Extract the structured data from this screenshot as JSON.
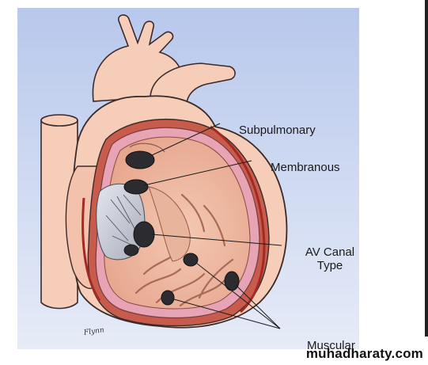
{
  "figure": {
    "labels": {
      "subpulmonary": "Subpulmonary",
      "membranous": "Membranous",
      "av_canal_line1": "AV Canal",
      "av_canal_line2": "Type",
      "muscular": "Muscular"
    },
    "signature": "Flynn",
    "watermark": "muhadharaty.com"
  },
  "colors": {
    "background_gradient_top": "#b8c8ec",
    "background_gradient_bottom": "#e6ebf7",
    "heart_skin": "#f6cdb9",
    "heart_outline": "#3a2a2a",
    "myocardium_red": "#b03a2e",
    "cut_rim": "#e6a4b4",
    "cavity_inner": "#efb7a0",
    "defect_dark": "#2c2c30",
    "valve_gray": "#c9ccd6"
  }
}
